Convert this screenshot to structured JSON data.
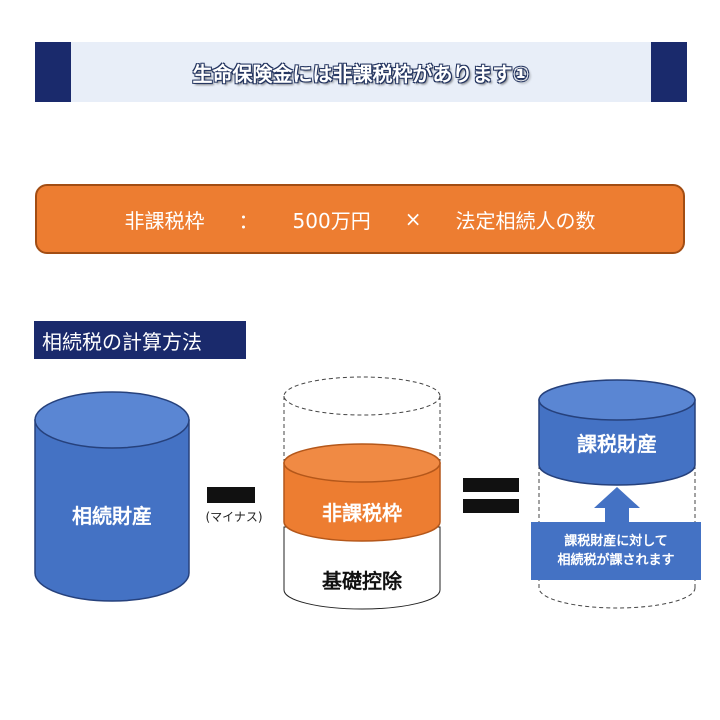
{
  "title": "生命保険金には非課税枠があります①",
  "formula": {
    "part1": "非課税枠",
    "colon": "：",
    "part2": "500万円",
    "times": "×",
    "part3": "法定相続人の数"
  },
  "section_label": "相続税の計算方法",
  "diagram": {
    "estate_label": "相続財産",
    "minus_note": "(マイナス)",
    "exempt_label": "非課税枠",
    "basic_deduction_label": "基礎控除",
    "taxable_label": "課税財産",
    "callout_line1": "課税財産に対して",
    "callout_line2": "相続税が課されます"
  },
  "colors": {
    "navy": "#1a2a6c",
    "orange": "#ed7d31",
    "blue": "#4472c4"
  }
}
